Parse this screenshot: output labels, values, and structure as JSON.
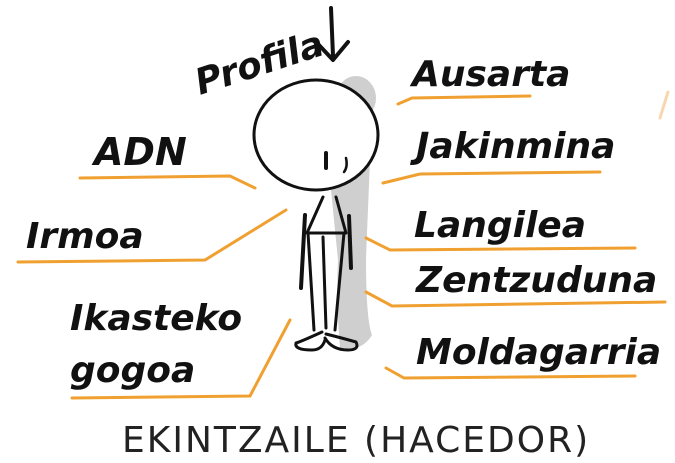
{
  "colors": {
    "ink": "#111111",
    "accent_line": "#f0a030",
    "shadow": "#cfcfcf",
    "background": "#ffffff"
  },
  "header": {
    "profile_label": "Profila",
    "arrow_icon": "down-arrow-icon"
  },
  "left_traits": {
    "t1": "ADN",
    "t2": "Irmoa",
    "t3_line1": "Ikasteko",
    "t3_line2": "gogoa"
  },
  "right_traits": {
    "t1": "Ausarta",
    "t2": "Jakinmina",
    "t3": "Langilea",
    "t4": "Zentzuduna",
    "t5": "Moldagarria"
  },
  "figure": {
    "icon": "stick-figure-icon"
  },
  "caption": "EKINTZAILE (HACEDOR)"
}
